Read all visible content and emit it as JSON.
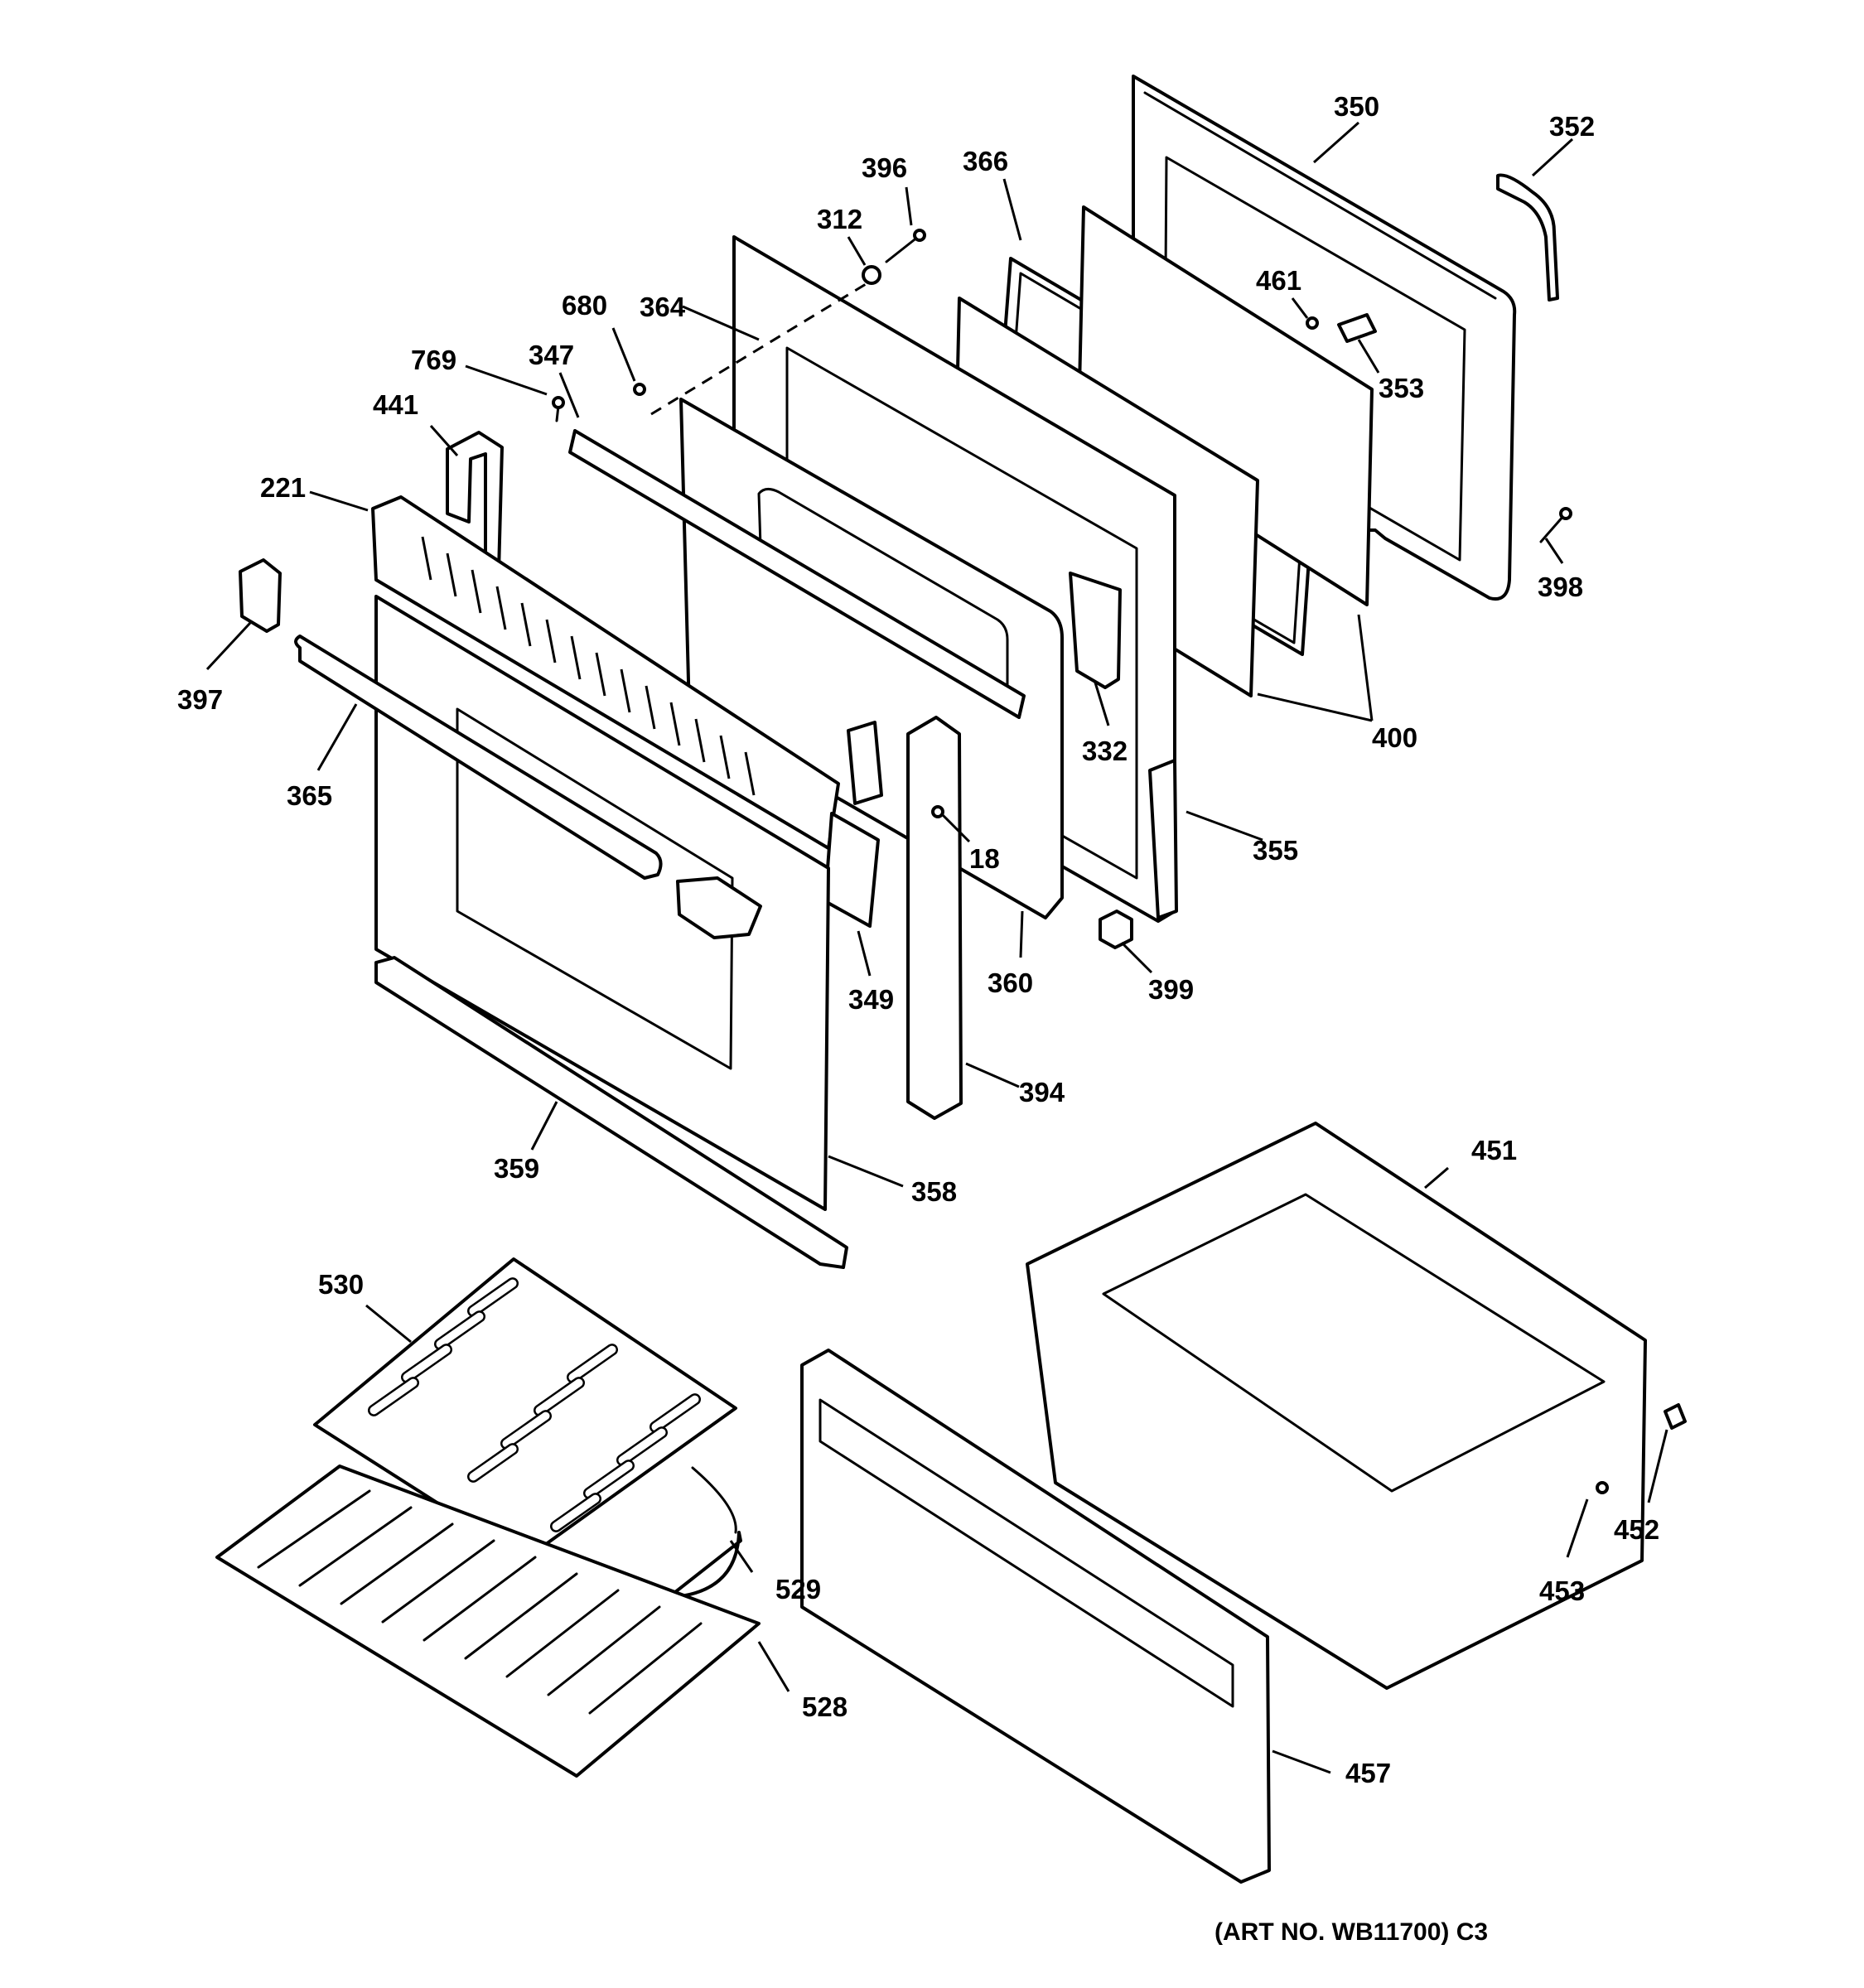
{
  "diagram": {
    "callouts": [
      {
        "id": "350",
        "label": "350"
      },
      {
        "id": "352",
        "label": "352"
      },
      {
        "id": "396",
        "label": "396"
      },
      {
        "id": "366",
        "label": "366"
      },
      {
        "id": "312",
        "label": "312"
      },
      {
        "id": "461",
        "label": "461"
      },
      {
        "id": "680",
        "label": "680"
      },
      {
        "id": "364",
        "label": "364"
      },
      {
        "id": "353",
        "label": "353"
      },
      {
        "id": "769",
        "label": "769"
      },
      {
        "id": "347",
        "label": "347"
      },
      {
        "id": "441",
        "label": "441"
      },
      {
        "id": "221",
        "label": "221"
      },
      {
        "id": "398",
        "label": "398"
      },
      {
        "id": "397",
        "label": "397"
      },
      {
        "id": "400",
        "label": "400"
      },
      {
        "id": "332",
        "label": "332"
      },
      {
        "id": "365",
        "label": "365"
      },
      {
        "id": "355",
        "label": "355"
      },
      {
        "id": "18",
        "label": "18"
      },
      {
        "id": "360",
        "label": "360"
      },
      {
        "id": "349",
        "label": "349"
      },
      {
        "id": "399",
        "label": "399"
      },
      {
        "id": "394",
        "label": "394"
      },
      {
        "id": "451",
        "label": "451"
      },
      {
        "id": "359",
        "label": "359"
      },
      {
        "id": "358",
        "label": "358"
      },
      {
        "id": "530",
        "label": "530"
      },
      {
        "id": "452",
        "label": "452"
      },
      {
        "id": "529",
        "label": "529"
      },
      {
        "id": "453",
        "label": "453"
      },
      {
        "id": "528",
        "label": "528"
      },
      {
        "id": "457",
        "label": "457"
      }
    ],
    "art_number": "(ART NO. WB11700) C3"
  }
}
